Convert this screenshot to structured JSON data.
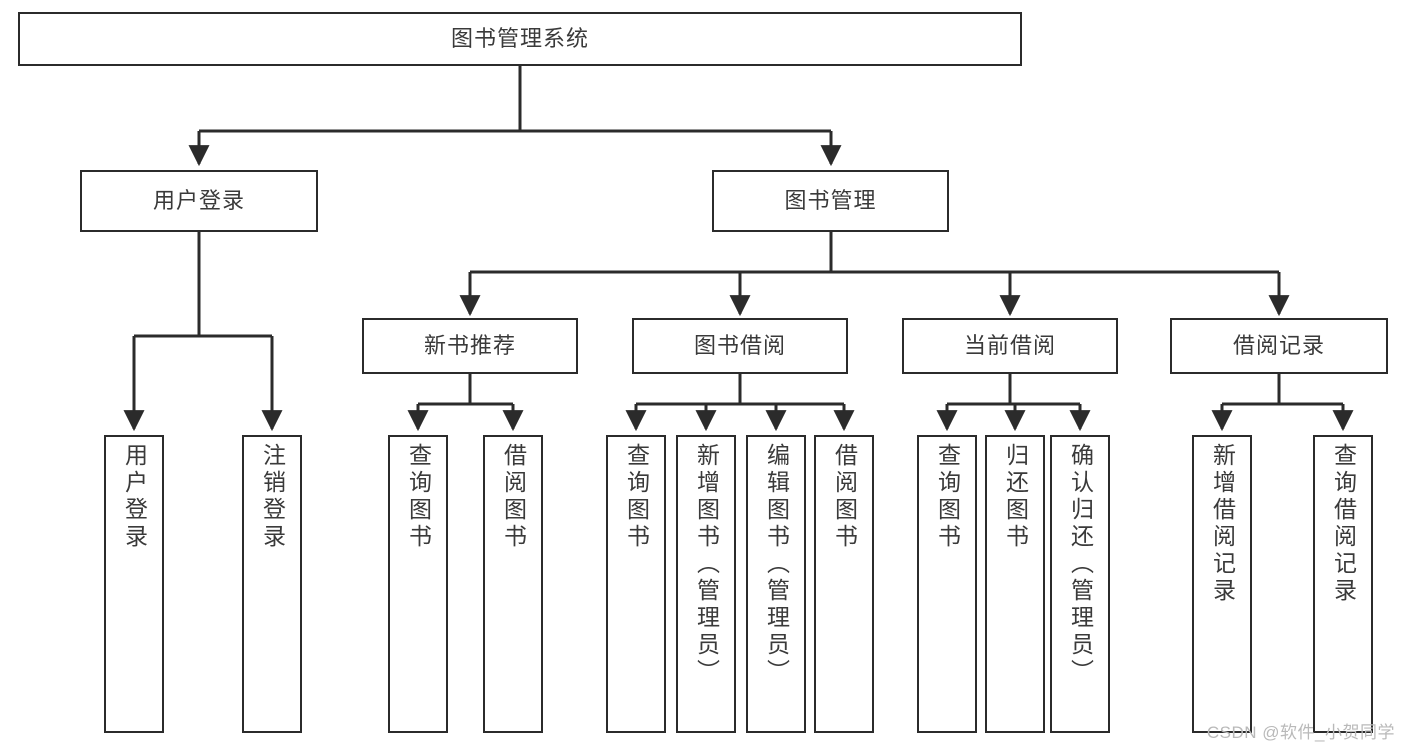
{
  "diagram": {
    "title": "图书管理系统",
    "watermark": "CSDN @软件_小贺同学",
    "colors": {
      "stroke": "#2b2b2b",
      "fill": "#ffffff",
      "text": "#3a3a3a",
      "watermark": "#b9b9b9"
    },
    "levels": {
      "root": {
        "label": "图书管理系统"
      },
      "level2": [
        {
          "id": "user-login",
          "label": "用户登录"
        },
        {
          "id": "book-management",
          "label": "图书管理"
        }
      ],
      "level3": [
        {
          "id": "new-book-recommend",
          "label": "新书推荐"
        },
        {
          "id": "book-borrow",
          "label": "图书借阅"
        },
        {
          "id": "current-borrow",
          "label": "当前借阅"
        },
        {
          "id": "borrow-record",
          "label": "借阅记录"
        }
      ],
      "leaves": [
        {
          "id": "leaf-user-login",
          "label": "用户登录",
          "parent": "user-login"
        },
        {
          "id": "leaf-logout-login",
          "label": "注销登录",
          "parent": "user-login"
        },
        {
          "id": "leaf-query-books-1",
          "label": "查询图书",
          "parent": "new-book-recommend"
        },
        {
          "id": "leaf-borrow-books-1",
          "label": "借阅图书",
          "parent": "new-book-recommend"
        },
        {
          "id": "leaf-query-books-2",
          "label": "查询图书",
          "parent": "book-borrow"
        },
        {
          "id": "leaf-add-book",
          "label": "新增图书（管理员）",
          "parent": "book-borrow"
        },
        {
          "id": "leaf-edit-book",
          "label": "编辑图书（管理员）",
          "parent": "book-borrow"
        },
        {
          "id": "leaf-borrow-books-2",
          "label": "借阅图书",
          "parent": "book-borrow"
        },
        {
          "id": "leaf-query-books-3",
          "label": "查询图书",
          "parent": "current-borrow"
        },
        {
          "id": "leaf-return-book",
          "label": "归还图书",
          "parent": "current-borrow"
        },
        {
          "id": "leaf-confirm-return",
          "label": "确认归还（管理员）",
          "parent": "current-borrow"
        },
        {
          "id": "leaf-add-record",
          "label": "新增借阅记录",
          "parent": "borrow-record"
        },
        {
          "id": "leaf-query-record",
          "label": "查询借阅记录",
          "parent": "borrow-record"
        }
      ]
    }
  }
}
